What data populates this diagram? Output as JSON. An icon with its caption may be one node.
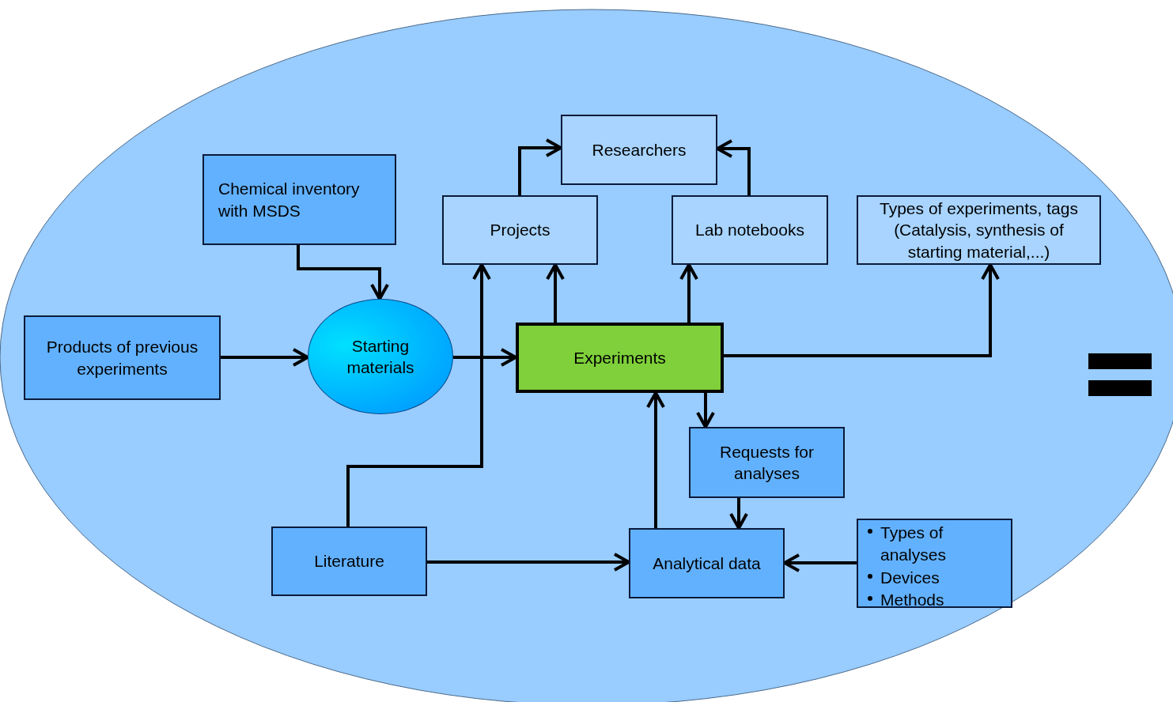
{
  "diagram": {
    "nodes": [
      {
        "text": [
          "Chemical inventory with MSDS"
        ]
      },
      {
        "text": [
          "Researchers"
        ]
      },
      {
        "text": [
          "Projects"
        ]
      },
      {
        "text": [
          "Lab notebooks"
        ]
      },
      {
        "text": [
          "Types of experiments, tags (Catalysis, synthesis of starting material,...)"
        ]
      },
      {
        "text": [
          "Products of previous experiments"
        ]
      },
      {
        "text": [
          "Starting materials"
        ]
      },
      {
        "text": [
          "Experiments"
        ]
      },
      {
        "text": [
          "Requests for analyses"
        ]
      },
      {
        "text": [
          "Literature"
        ]
      },
      {
        "text": [
          "Analytical data"
        ]
      },
      {
        "text": [
          "Types of analyses",
          "Devices",
          "Methods"
        ]
      }
    ],
    "edges": [
      {
        "from": 0,
        "to": 6,
        "arrow": "to"
      },
      {
        "from": 2,
        "to": 1,
        "arrow": "to"
      },
      {
        "from": 3,
        "to": 1,
        "arrow": "to"
      },
      {
        "from": 5,
        "to": 6,
        "arrow": "to"
      },
      {
        "from": 6,
        "to": 7,
        "arrow": "to"
      },
      {
        "from": 7,
        "to": 2,
        "arrow": "to"
      },
      {
        "from": 7,
        "to": 3,
        "arrow": "to"
      },
      {
        "from": 7,
        "to": 4,
        "arrow": "to"
      },
      {
        "from": 7,
        "to": 8,
        "arrow": "to"
      },
      {
        "from": 8,
        "to": 10,
        "arrow": "to"
      },
      {
        "from": 9,
        "to": 2,
        "arrow": "to"
      },
      {
        "from": 9,
        "to": 10,
        "arrow": "to"
      },
      {
        "from": 10,
        "to": 7,
        "arrow": "to"
      },
      {
        "from": 11,
        "to": 10,
        "arrow": "to"
      }
    ]
  }
}
